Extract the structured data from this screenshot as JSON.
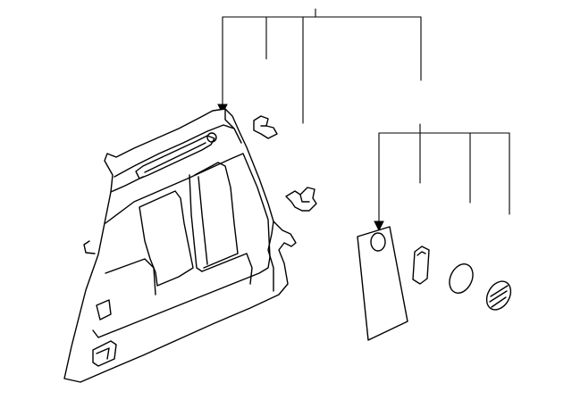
{
  "diagram": {
    "type": "exploded-parts-diagram",
    "colors": {
      "line": "#000000",
      "background": "#ffffff"
    },
    "callout_groups": [
      {
        "name": "upper-callout-group",
        "leader_count": 4,
        "arrow_target": "quarter-trim-panel"
      },
      {
        "name": "right-callout-group",
        "leader_count": 4,
        "arrow_target": "cover-panel"
      }
    ],
    "parts": [
      "quarter-trim-panel",
      "upper-clip",
      "lower-clip",
      "cover-panel",
      "oval-grommet",
      "round-plug",
      "slotted-cap"
    ]
  }
}
